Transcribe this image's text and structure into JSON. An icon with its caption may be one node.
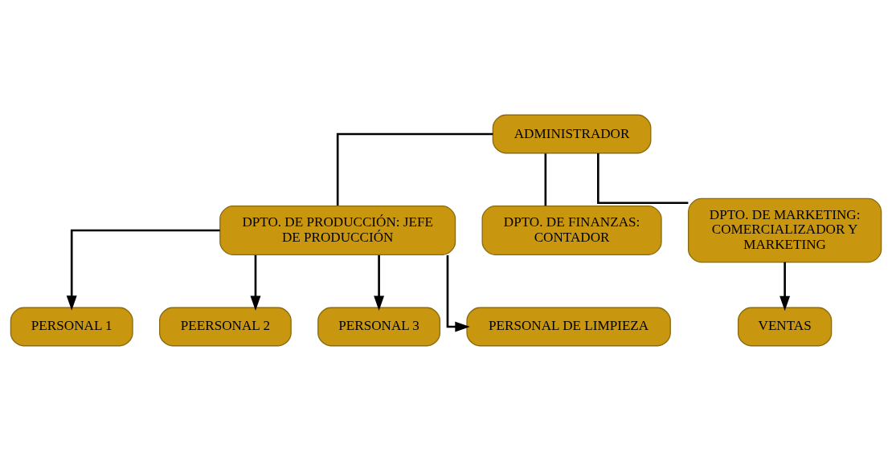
{
  "diagram": {
    "nodes": [
      {
        "text": [
          "ADMINISTRADOR"
        ]
      },
      {
        "text": [
          "DPTO. DE PRODUCCIÓN: JEFE DE PRODUCCIÓN"
        ]
      },
      {
        "text": [
          "DPTO. DE FINANZAS: CONTADOR"
        ]
      },
      {
        "text": [
          "DPTO. DE MARKETING: COMERCIALIZADOR Y MARKETING"
        ]
      },
      {
        "text": [
          "PERSONAL 1"
        ]
      },
      {
        "text": [
          "PEERSONAL 2"
        ]
      },
      {
        "text": [
          "PERSONAL 3"
        ]
      },
      {
        "text": [
          "PERSONAL DE LIMPIEZA"
        ]
      },
      {
        "text": [
          "VENTAS"
        ]
      }
    ],
    "edges": [
      {
        "from": 0,
        "to": 1,
        "arrow": "none"
      },
      {
        "from": 0,
        "to": 2,
        "arrow": "none"
      },
      {
        "from": 0,
        "to": 3,
        "arrow": "none"
      },
      {
        "from": 1,
        "to": 4,
        "arrow": "to"
      },
      {
        "from": 1,
        "to": 5,
        "arrow": "to"
      },
      {
        "from": 1,
        "to": 6,
        "arrow": "to"
      },
      {
        "from": 1,
        "to": 7,
        "arrow": "to"
      },
      {
        "from": 3,
        "to": 8,
        "arrow": "to"
      }
    ]
  }
}
